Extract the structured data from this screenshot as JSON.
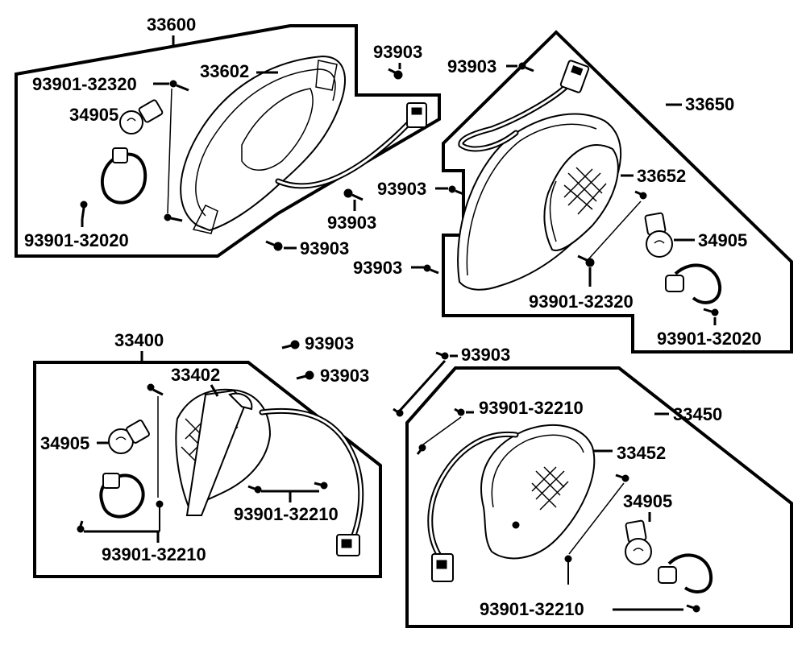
{
  "diagram": {
    "groups": [
      {
        "id": "33600",
        "label": "33600",
        "parts": [
          "33602",
          "93901-32320",
          "34905",
          "93901-32020",
          "93903",
          "93903",
          "93903"
        ]
      },
      {
        "id": "33650",
        "label": "33650",
        "parts": [
          "93903",
          "33652",
          "93903",
          "34905",
          "93903",
          "93901-32320",
          "93901-32020"
        ]
      },
      {
        "id": "33400",
        "label": "33400",
        "parts": [
          "93903",
          "93903",
          "33402",
          "34905",
          "93901-32210",
          "93901-32210"
        ]
      },
      {
        "id": "33450",
        "label": "33450",
        "parts": [
          "93903",
          "93901-32210",
          "33452",
          "34905",
          "93901-32210"
        ]
      }
    ],
    "labels": {
      "g33600": "33600",
      "p33602": "33602",
      "tl_93901_32320": "93901-32320",
      "tl_34905": "34905",
      "tl_93901_32020": "93901-32020",
      "tl_93903_a": "93903",
      "tl_93903_b": "93903",
      "tl_93903_c": "93903",
      "tr_93903_a": "93903",
      "g33650": "33650",
      "p33652": "33652",
      "tr_93903_b": "93903",
      "tr_34905": "34905",
      "tr_93903_c": "93903",
      "tr_93901_32320": "93901-32320",
      "tr_93901_32020": "93901-32020",
      "g33400": "33400",
      "p33402": "33402",
      "bl_93903_a": "93903",
      "bl_93903_b": "93903",
      "bl_34905": "34905",
      "bl_93901_32210_a": "93901-32210",
      "bl_93901_32210_b": "93901-32210",
      "br_93903": "93903",
      "br_93901_32210_a": "93901-32210",
      "g33450": "33450",
      "p33452": "33452",
      "br_34905": "34905",
      "br_93901_32210_b": "93901-32210"
    }
  }
}
